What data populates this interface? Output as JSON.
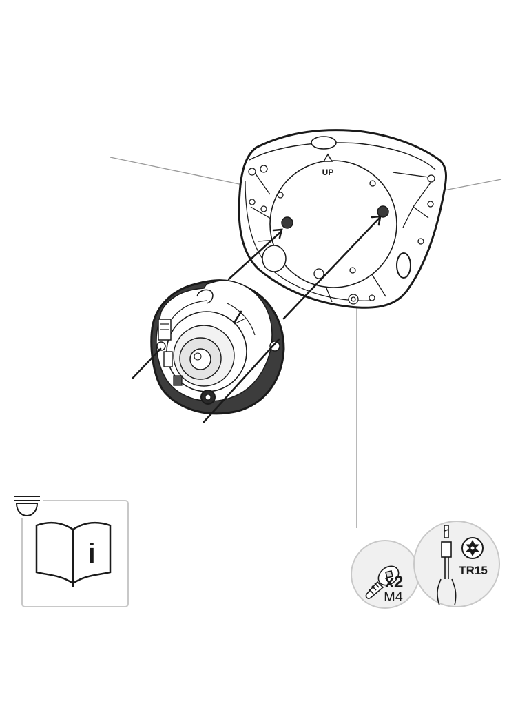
{
  "diagram": {
    "mount_label": "UP",
    "screw_count": "x2",
    "screw_size": "M4",
    "tool_bit": "TR15"
  },
  "icons": {
    "manual": "manual-info-icon",
    "camera": "dome-camera-icon",
    "screw": "torx-screw-icon",
    "screwdriver": "screwdriver-icon",
    "torx": "torx-bit-symbol-icon"
  },
  "colors": {
    "line": "#1a1a1a",
    "leader": "#9a9a9a",
    "panel_border": "#c8c8c8",
    "circle_fill": "#f0f0f0"
  }
}
